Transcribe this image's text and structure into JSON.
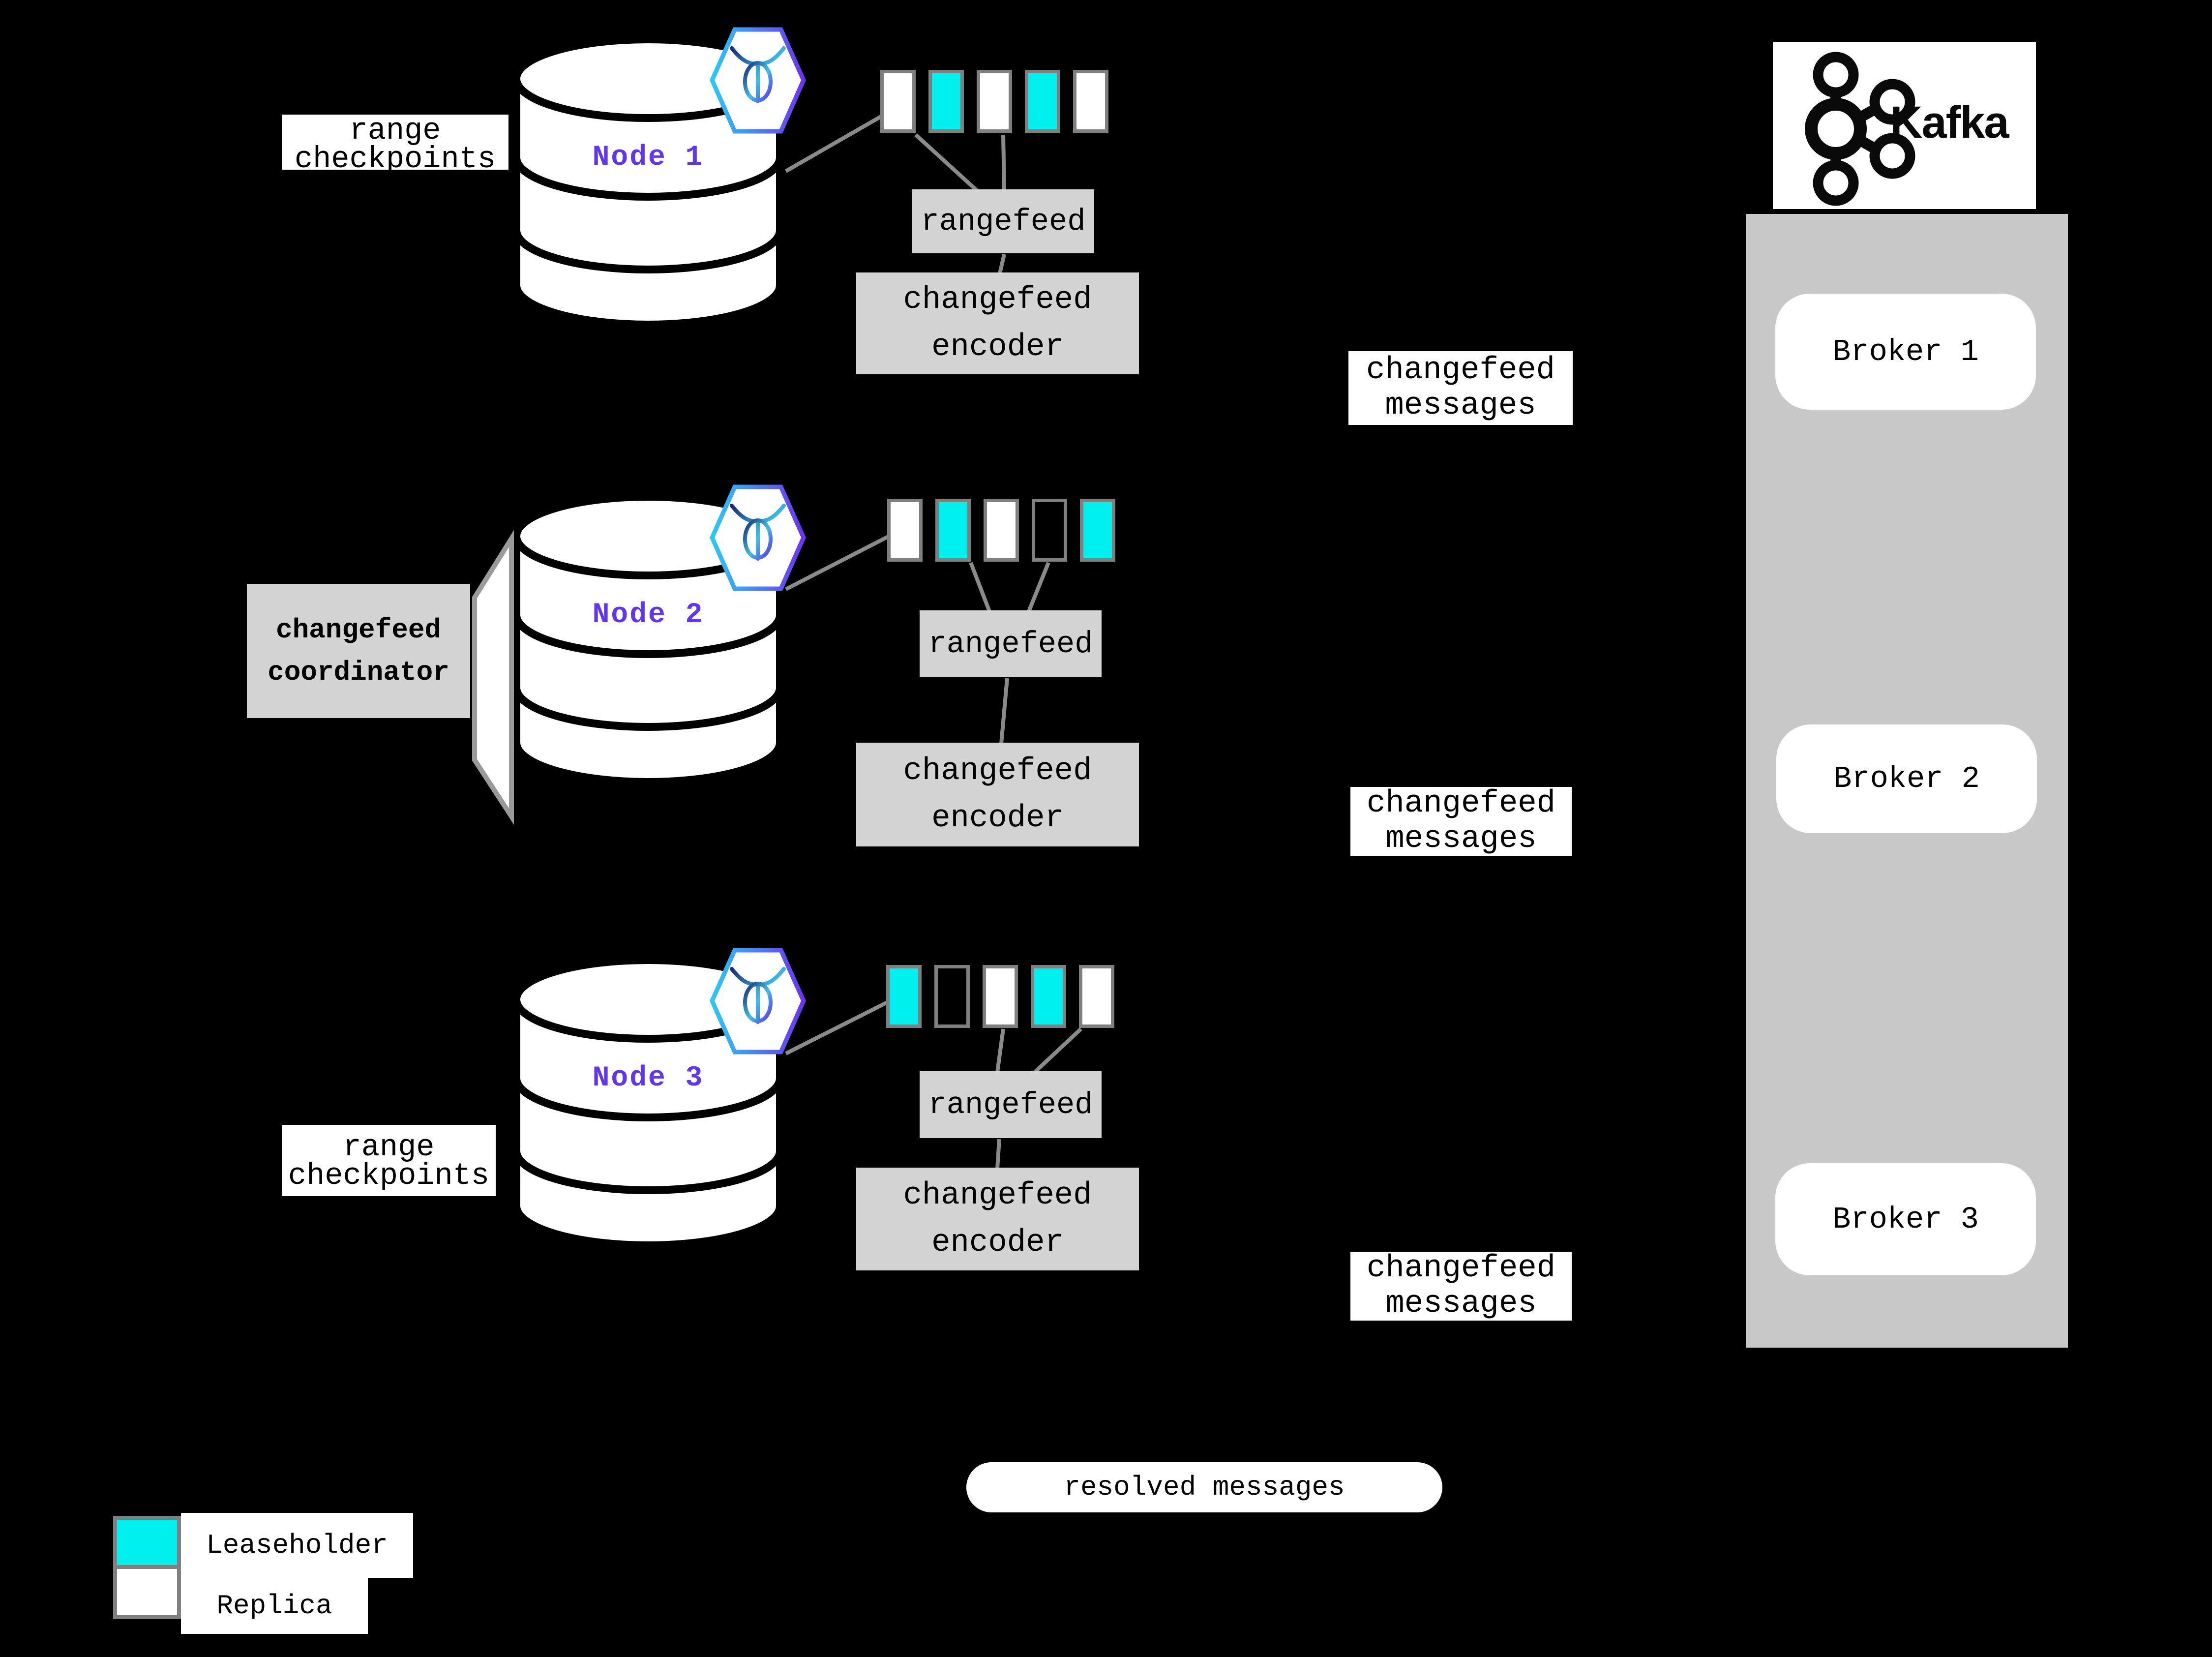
{
  "colors": {
    "background": "#000000",
    "leaseholder_cyan": "#00EFEF",
    "replica_white": "#FFFFFF",
    "box_gray": "#D3D3D3",
    "container_gray": "#C8C8C8",
    "border_gray": "#7F7F7F",
    "line_gray": "#8A8A8A",
    "node_label_purple": "#6236EA",
    "hex_gradient_start": "#2BC9F4",
    "hex_gradient_end": "#6C33F2"
  },
  "checkpoints": {
    "line1": "range",
    "line2": "checkpoints"
  },
  "coordinator": {
    "line1": "changefeed",
    "line2": "coordinator"
  },
  "nodes": [
    {
      "name": "Node 1",
      "icon": "cockroachdb-icon",
      "ranges": [
        "replica",
        "leaseholder",
        "replica",
        "leaseholder",
        "replica"
      ],
      "rangefeed": "rangefeed",
      "encoder_line1": "changefeed",
      "encoder_line2": "encoder",
      "messages_line1": "changefeed",
      "messages_line2": "messages"
    },
    {
      "name": "Node 2",
      "icon": "cockroachdb-icon",
      "ranges": [
        "replica",
        "leaseholder",
        "replica",
        "none",
        "leaseholder"
      ],
      "rangefeed": "rangefeed",
      "encoder_line1": "changefeed",
      "encoder_line2": "encoder",
      "messages_line1": "changefeed",
      "messages_line2": "messages"
    },
    {
      "name": "Node 3",
      "icon": "cockroachdb-icon",
      "ranges": [
        "leaseholder",
        "none",
        "replica",
        "leaseholder",
        "replica"
      ],
      "rangefeed": "rangefeed",
      "encoder_line1": "changefeed",
      "encoder_line2": "encoder",
      "messages_line1": "changefeed",
      "messages_line2": "messages"
    }
  ],
  "resolved_label": "resolved messages",
  "kafka": {
    "icon": "kafka-icon",
    "title": "Kafka",
    "brokers": [
      "Broker 1",
      "Broker 2",
      "Broker 3"
    ]
  },
  "legend": {
    "leaseholder_label": "Leaseholder",
    "replica_label": "Replica"
  }
}
